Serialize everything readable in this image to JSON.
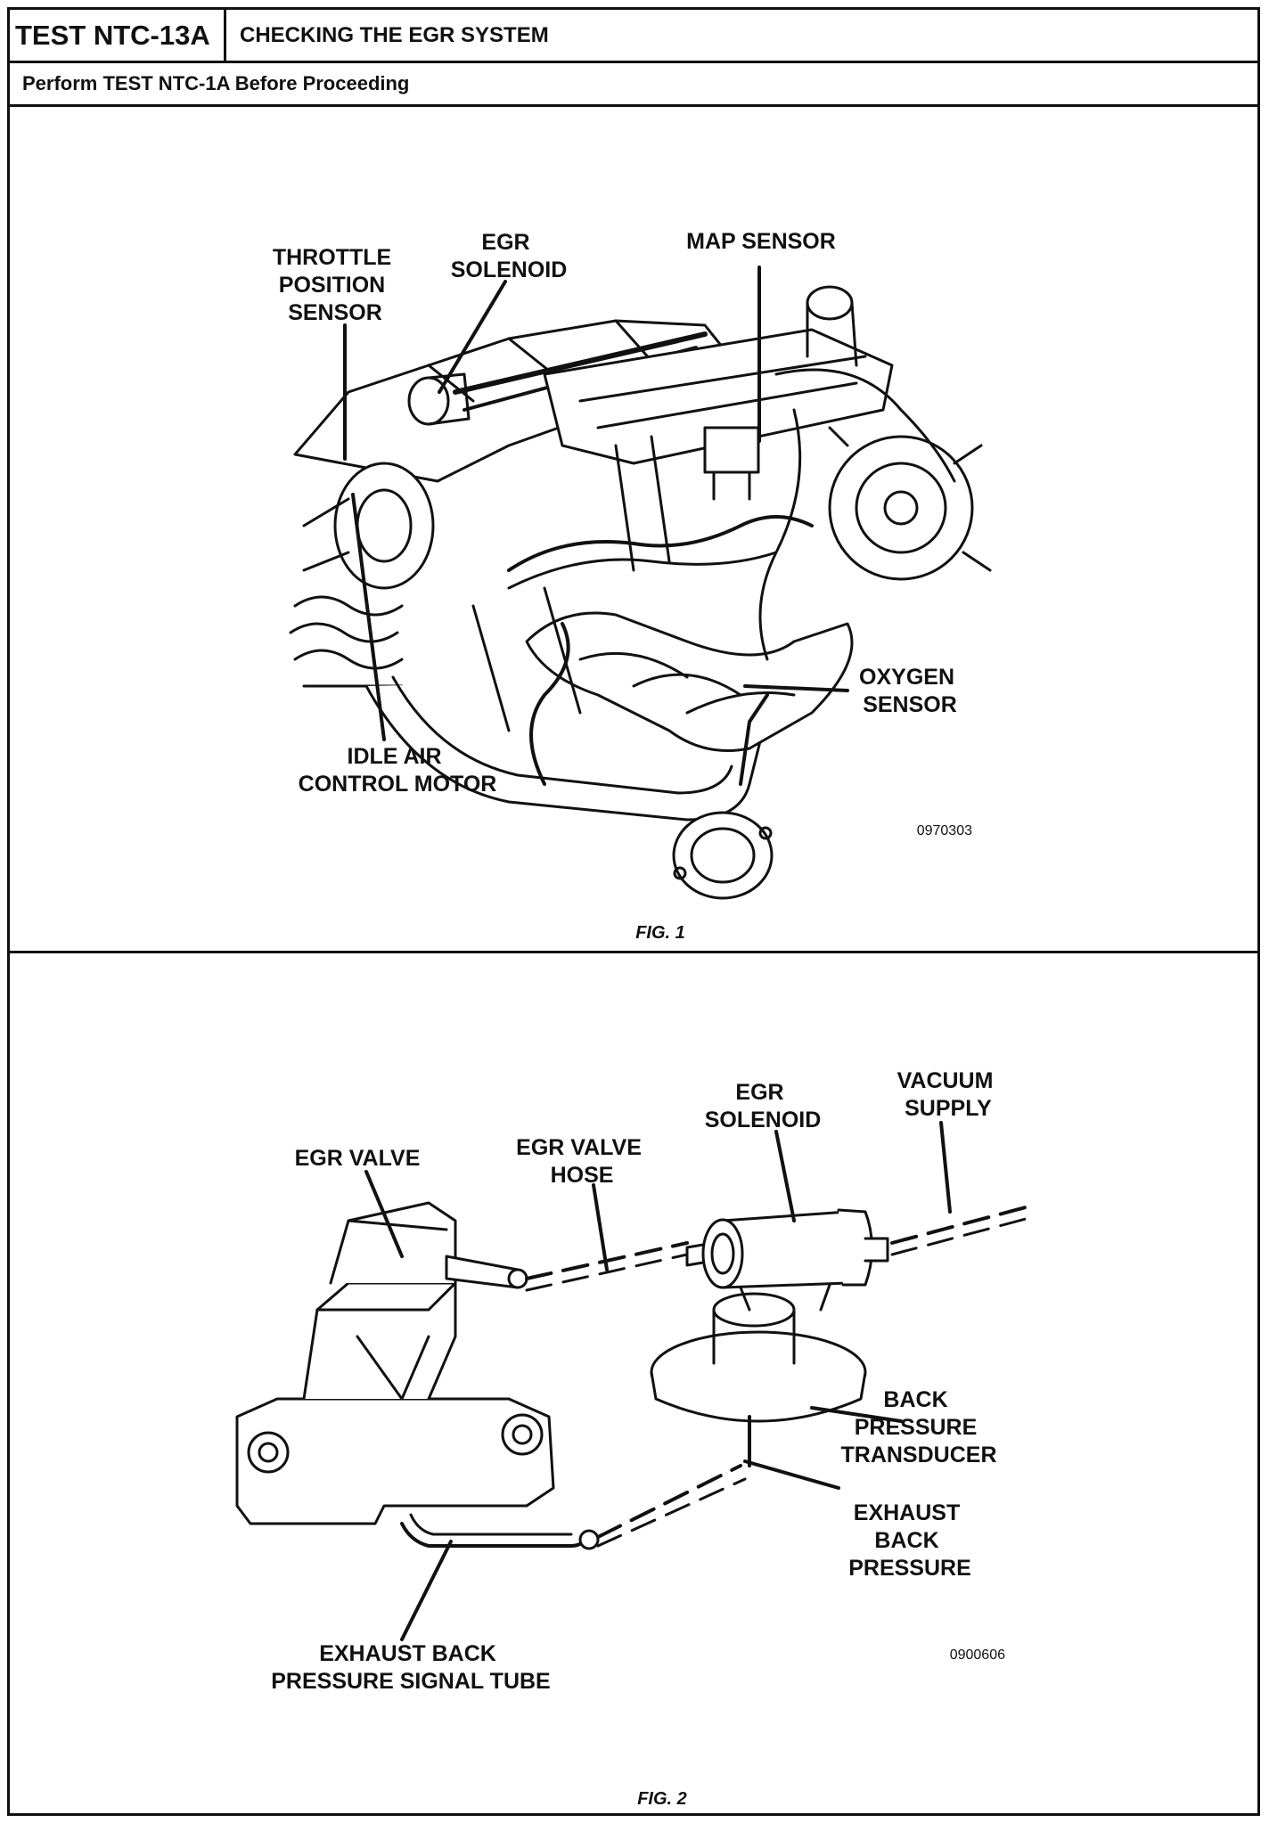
{
  "header": {
    "test_id": "TEST NTC-13A",
    "title": "CHECKING THE EGR SYSTEM",
    "instruction": "Perform TEST NTC-1A Before Proceeding"
  },
  "fig1": {
    "labels": {
      "throttle": [
        "THROTTLE",
        "POSITION",
        "SENSOR"
      ],
      "egr_solenoid": [
        "EGR",
        "SOLENOID"
      ],
      "map_sensor": "MAP SENSOR",
      "oxygen": [
        "OXYGEN",
        "SENSOR"
      ],
      "iac": [
        "IDLE AIR",
        "CONTROL MOTOR"
      ]
    },
    "code": "0970303",
    "caption": "FIG. 1"
  },
  "fig2": {
    "labels": {
      "egr_valve": "EGR VALVE",
      "valve_hose": [
        "EGR VALVE",
        "HOSE"
      ],
      "egr_solenoid": [
        "EGR",
        "SOLENOID"
      ],
      "vacuum": [
        "VACUUM",
        "SUPPLY"
      ],
      "back_transducer": [
        "BACK",
        "PRESSURE",
        "TRANSDUCER"
      ],
      "exhaust_back": [
        "EXHAUST",
        "BACK",
        "PRESSURE"
      ],
      "signal_tube": [
        "EXHAUST BACK",
        "PRESSURE SIGNAL TUBE"
      ]
    },
    "code": "0900606",
    "caption": "FIG. 2"
  }
}
